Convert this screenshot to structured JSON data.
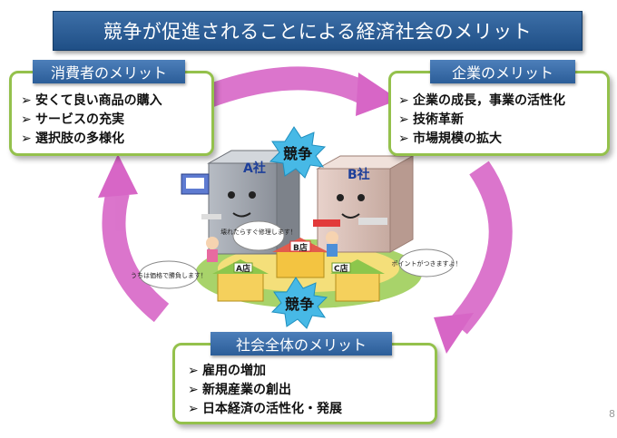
{
  "title": "競争が促進されることによる経済社会のメリット",
  "consumer": {
    "heading": "消費者のメリット",
    "items": [
      "安くて良い商品の購入",
      "サービスの充実",
      "選択肢の多様化"
    ]
  },
  "company": {
    "heading": "企業のメリット",
    "items": [
      "企業の成長，事業の活性化",
      "技術革新",
      "市場規模の拡大"
    ]
  },
  "society": {
    "heading": "社会全体のメリット",
    "items": [
      "雇用の増加",
      "新規産業の創出",
      "日本経済の活性化・発展"
    ]
  },
  "illustration": {
    "burst_top": "競争",
    "burst_bottom": "競争",
    "company_a": "A社",
    "company_b": "B社",
    "shop_a": "A店",
    "shop_b": "B店",
    "shop_c": "C店",
    "bubble_repair": "壊れたらすぐ修理します！",
    "bubble_price": "うちは価格で勝負します！",
    "bubble_points": "ポイントがつきますよ！"
  },
  "bullet": "➢",
  "page_number": "8",
  "colors": {
    "arrow": "#d766c6",
    "box_border": "#94c14c",
    "header_blue": "#2b5d98",
    "burst": "#47b9e6"
  }
}
